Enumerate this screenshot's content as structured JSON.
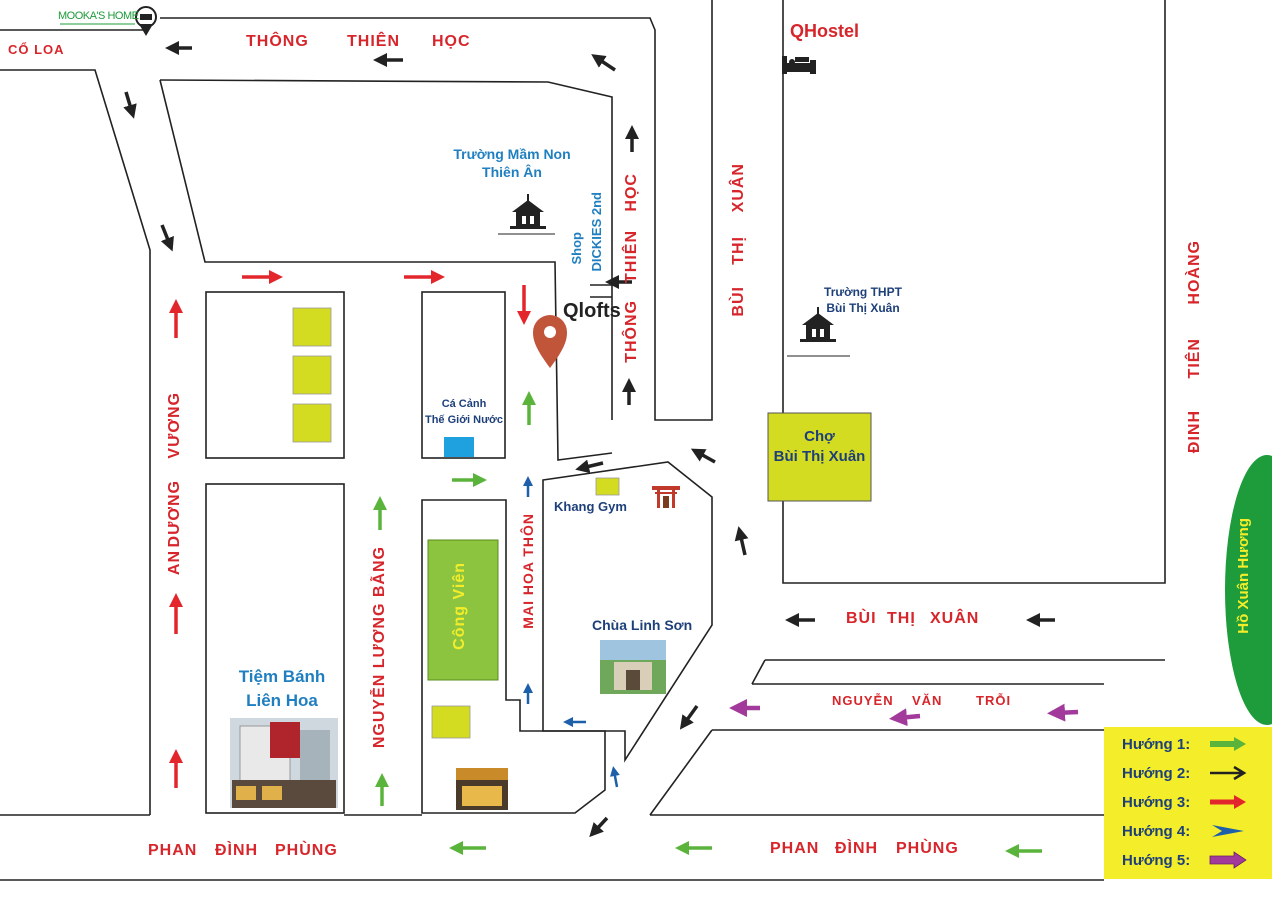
{
  "map_title": "",
  "streets": {
    "co_loa": "CỔ LOA",
    "thong_thien_hoc_top": [
      "THÔNG",
      "THIÊN",
      "HỌC"
    ],
    "thong_thien_hoc_vertical": [
      "HỌC",
      "THIÊN",
      "THÔNG"
    ],
    "bui_thi_xuan_vertical": [
      "XUÂN",
      "THỊ",
      "BÙI"
    ],
    "bui_thi_xuan_horizontal": [
      "BÙI",
      "THỊ",
      "XUÂN"
    ],
    "dinh_tien_hoang": [
      "HOÀNG",
      "TIÊN",
      "ĐINH"
    ],
    "an_duong_vuong": [
      "VƯƠNG",
      "DƯƠNG",
      "AN"
    ],
    "nguyen_luong_bang": "NGUYỄN  LƯƠNG  BẰNG",
    "mai_hoa_thon": "MAI  HOA  THÔN",
    "nguyen_van_troi": [
      "NGUYỄN",
      "VĂN",
      "TRỖI"
    ],
    "phan_dinh_phung_left": [
      "PHAN",
      "ĐÌNH",
      "PHÙNG"
    ],
    "phan_dinh_phung_right": [
      "PHAN",
      "ĐÌNH",
      "PHÙNG"
    ]
  },
  "places": {
    "mookas_home": "MOOKA'S HOME",
    "qhostel": "QHostel",
    "qlofts": "Qlofts",
    "truong_mam_non": [
      "Trường Mầm Non",
      "Thiên Ân"
    ],
    "shop_dickies": [
      "Shop",
      "DICKIES 2nd"
    ],
    "truong_thpt": [
      "Trường THPT",
      "Bùi Thị Xuân"
    ],
    "cho_bui_thi_xuan": [
      "Chợ",
      "Bùi Thị Xuân"
    ],
    "ho_xuan_huong": "Hồ Xuân Hương",
    "ca_canh": [
      "Cá Cảnh",
      "Thế Giới Nước"
    ],
    "khang_gym": "Khang Gym",
    "cong_vien": "Công Viên",
    "chua_linh_son": "Chùa Linh Sơn",
    "tiem_banh": [
      "Tiệm Bánh",
      "Liên Hoa"
    ]
  },
  "legend": [
    {
      "label": "Hướng 1:",
      "color": "#5ab43c"
    },
    {
      "label": "Hướng 2:",
      "color": "#222222"
    },
    {
      "label": "Hướng 3:",
      "color": "#e2262b"
    },
    {
      "label": "Hướng 4:",
      "color": "#1d5fa8"
    },
    {
      "label": "Hướng 5:",
      "color": "#a23a9c"
    }
  ],
  "colors": {
    "street_label": "#d7262b",
    "poi_blue": "#1f7fc0",
    "park_green": "#8dc43f",
    "block_yellow": "#d4dc22",
    "lake_green": "#1e9b3a",
    "legend_bg": "#f4ee2a"
  }
}
